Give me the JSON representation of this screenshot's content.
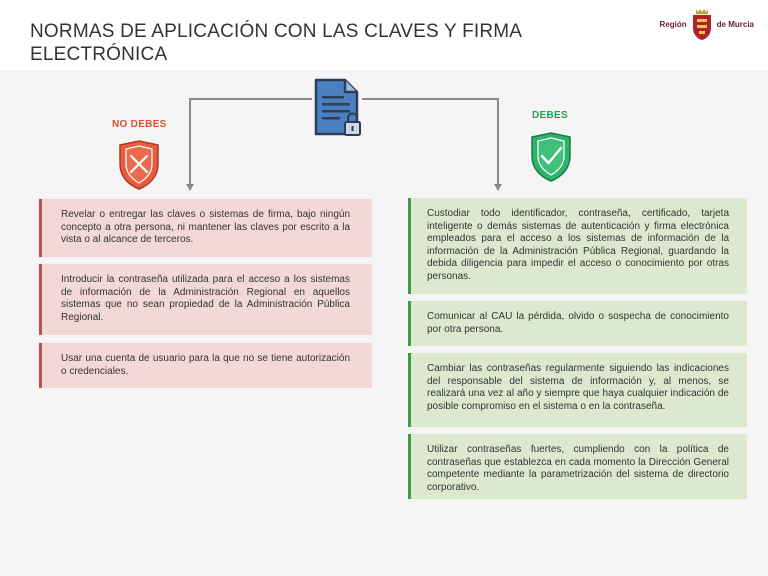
{
  "header": {
    "title": "NORMAS DE APLICACIÓN CON LAS CLAVES Y FIRMA ELECTRÓNICA",
    "logo_left": "Región",
    "logo_right": "de Murcia"
  },
  "colors": {
    "bad_accent": "#c0504d",
    "bad_bg": "#f2d9d8",
    "good_accent": "#3e9b4a",
    "good_bg": "#dde9cf",
    "no_label": "#d8512f",
    "yes_label": "#2e9a57"
  },
  "icons": {
    "center": "document-lock-icon",
    "no": "shield-x-icon",
    "yes": "shield-check-icon",
    "logo": "coat-of-arms-icon"
  },
  "no_debes": {
    "label": "NO DEBES",
    "items": [
      "Revelar o entregar las claves o sistemas de firma, bajo ningún concepto a otra persona, ni mantener las claves por escrito a la vista o al alcance de terceros.",
      "Introducir la contraseña utilizada para el acceso a los sistemas de información de la Administración Regional en aquellos sistemas que no sean propiedad de la Administración Pública Regional.",
      "Usar una cuenta de usuario para la que no se tiene autorización o credenciales."
    ]
  },
  "debes": {
    "label": "DEBES",
    "items": [
      "Custodiar todo identificador, contraseña, certificado, tarjeta inteligente o demás sistemas de autenticación y firma electrónica empleados para el acceso a los sistemas de información de la información de la Administración Pública Regional, guardando la debida diligencia para impedir el acceso o conocimiento por otras personas.",
      "Comunicar al CAU la pérdida, olvido o sospecha de conocimiento por otra persona.",
      "Cambiar las contraseñas regularmente siguiendo las indicaciones del responsable del sistema de información y, al menos, se realizará una vez al año y siempre que haya cualquier indicación de posible compromiso en el sistema o en la contraseña.",
      "Utilizar contraseñas fuertes, cumpliendo con la política de contraseñas que establezca en cada momento la Dirección General competente mediante la parametrización del sistema de directorio corporativo."
    ]
  }
}
